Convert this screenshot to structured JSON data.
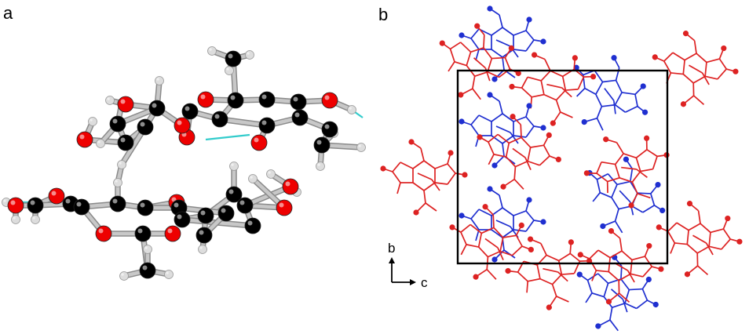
{
  "figure": {
    "panel_a": {
      "label": "a"
    },
    "panel_b": {
      "label": "b",
      "axis_vertical": "b",
      "axis_horizontal": "c"
    }
  },
  "colors": {
    "carbon": "#000000",
    "oxygen": "#ee0000",
    "hydrogen": "#dddddd",
    "bond": "#b3b3b3",
    "hbond": "#33cccc",
    "molecule_red": "#dd2222",
    "molecule_blue": "#1f2fd0",
    "cell": "#000000"
  }
}
